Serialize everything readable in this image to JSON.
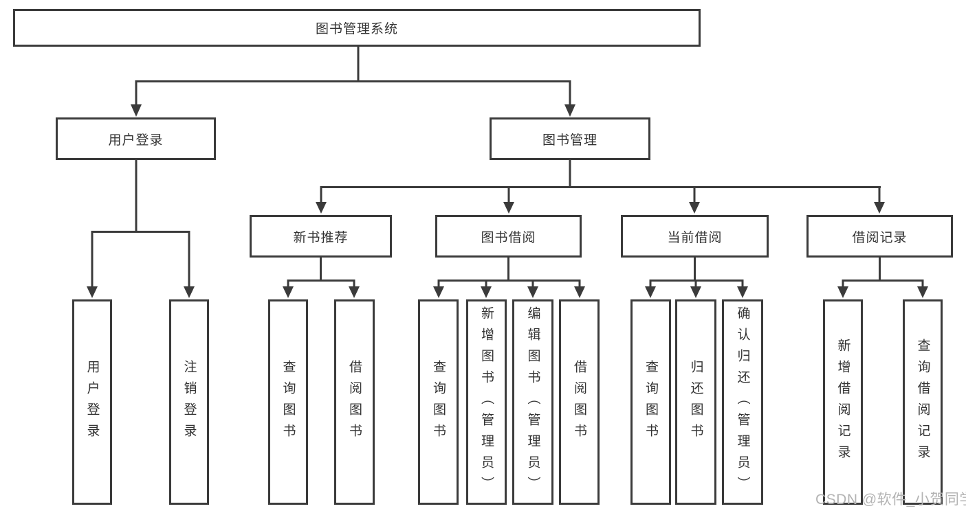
{
  "nodes": {
    "root": "图书管理系统",
    "user_login": "用户登录",
    "book_mgmt": "图书管理",
    "new_books": "新书推荐",
    "book_borrow": "图书借阅",
    "current_borrow": "当前借阅",
    "borrow_records": "借阅记录",
    "leaf_user_login": "用户登录",
    "leaf_logout": "注销登录",
    "leaf_query_book_a": "查询图书",
    "leaf_borrow_book_a": "借阅图书",
    "leaf_query_book_b": "查询图书",
    "leaf_add_book": "新增图书（管理员）",
    "leaf_edit_book": "编辑图书（管理员）",
    "leaf_borrow_book_b": "借阅图书",
    "leaf_query_book_c": "查询图书",
    "leaf_return_book": "归还图书",
    "leaf_confirm_return": "确认归还（管理员）",
    "leaf_add_record": "新增借阅记录",
    "leaf_query_record": "查询借阅记录"
  },
  "watermark": "CSDN @软件_小贺同学",
  "colors": {
    "line": "#3b3b3b",
    "text": "#333333",
    "watermark": "#b3b3b3",
    "background": "#ffffff"
  }
}
